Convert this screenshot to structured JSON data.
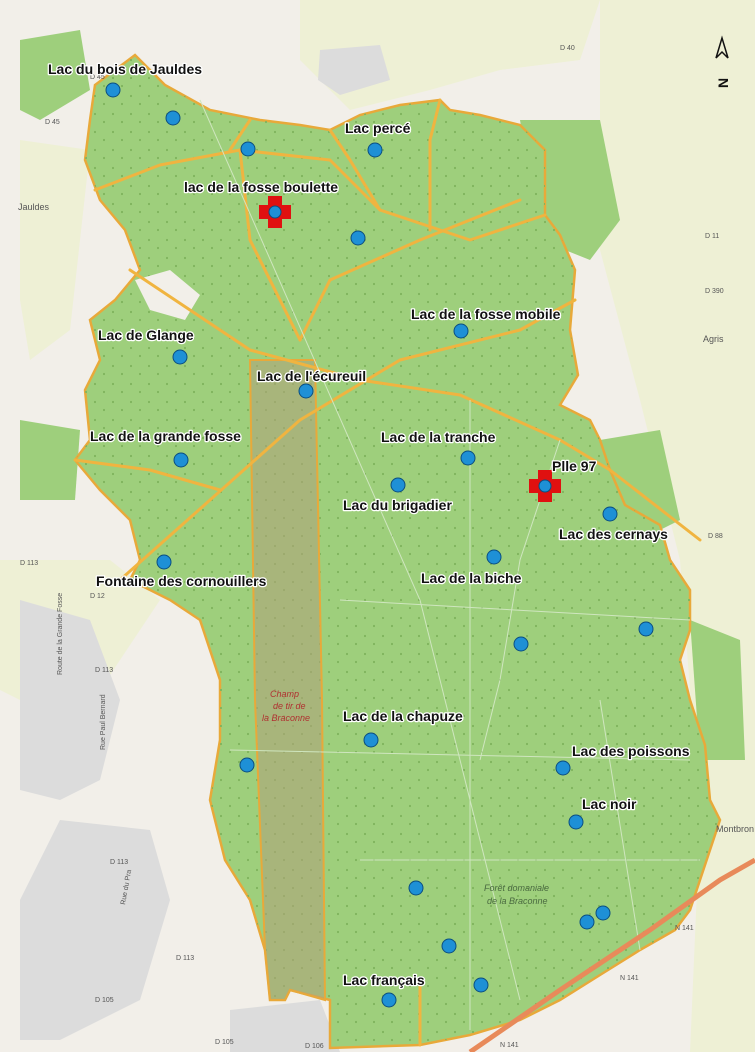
{
  "map": {
    "colors": {
      "background": "#f2efe9",
      "farmland": "#eef0d5",
      "urban": "#dcdcdc",
      "forest": "#9ecf7c",
      "forest_outline": "#e8a93a",
      "trail": "#f0b440",
      "military": "#b0a07a",
      "marker": "#1e90d6",
      "marker_stroke": "#0b4e80",
      "cross": "#e01010"
    },
    "north_arrow": {
      "label": "N",
      "icon": "north-arrow-icon"
    },
    "lakes": [
      {
        "name": "Lac du bois de Jauldes"
      },
      {
        "name": "Lac percé"
      },
      {
        "name": "lac de la fosse boulette"
      },
      {
        "name": "Lac de la fosse mobile"
      },
      {
        "name": "Lac de Glange"
      },
      {
        "name": "Lac de l'écureuil"
      },
      {
        "name": "Lac de la grande fosse"
      },
      {
        "name": "Lac de la tranche"
      },
      {
        "name": "Plle 97"
      },
      {
        "name": "Lac du brigadier"
      },
      {
        "name": "Lac des cernays"
      },
      {
        "name": "Lac de la biche"
      },
      {
        "name": "Fontaine des cornouillers"
      },
      {
        "name": "Lac de la chapuze"
      },
      {
        "name": "Lac des poissons"
      },
      {
        "name": "Lac noir"
      },
      {
        "name": "Lac français"
      }
    ],
    "base_labels": {
      "roads": [
        "D 45",
        "D 40",
        "D 45",
        "D 11",
        "D 390",
        "D 113",
        "D 12",
        "D 113",
        "D 113",
        "D 113",
        "D 105",
        "D 105",
        "D 106",
        "N 141",
        "N 141",
        "N 141",
        "D 88"
      ],
      "places": [
        "Jauldes",
        "Agris",
        "Montbron"
      ],
      "forest": [
        "Forêt domaniale",
        "de la Braconne"
      ],
      "range": [
        "Champ",
        "de tir de",
        "la Braconne"
      ],
      "streets": [
        "Route de la Grande Fosse",
        "Rue Paul Bernard",
        "Rue du Pra"
      ]
    }
  }
}
